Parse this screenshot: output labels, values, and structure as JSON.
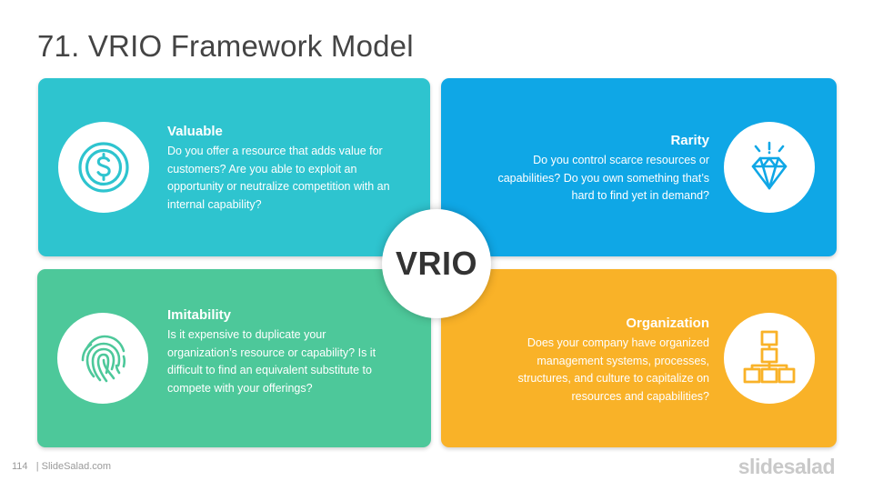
{
  "slide": {
    "title": "71. VRIO Framework Model",
    "center_label": "VRIO"
  },
  "colors": {
    "valuable": "#2EC4CF",
    "rarity": "#0FA7E6",
    "imitability": "#4DC89A",
    "organization": "#F9B228"
  },
  "cards": {
    "valuable": {
      "icon": "dollar-coin-icon",
      "heading": "Valuable",
      "body": "Do you offer a resource that adds value for customers? Are you able to exploit an opportunity or neutralize competition with an internal capability?"
    },
    "rarity": {
      "icon": "diamond-icon",
      "heading": "Rarity",
      "body": "Do you control scarce resources or capabilities? Do you own something that’s hard to find yet in demand?"
    },
    "imitability": {
      "icon": "fingerprint-icon",
      "heading": "Imitability",
      "body": "Is it expensive to duplicate your organization’s resource or capability? Is it difficult to find an equivalent substitute to compete with your offerings?"
    },
    "organization": {
      "icon": "org-chart-icon",
      "heading": "Organization",
      "body": "Does your company have organized management systems, processes, structures, and culture to capitalize on resources and capabilities?"
    }
  },
  "footer": {
    "page_number": "114",
    "site": "| SlideSalad.com",
    "brand": "slidesalad"
  }
}
